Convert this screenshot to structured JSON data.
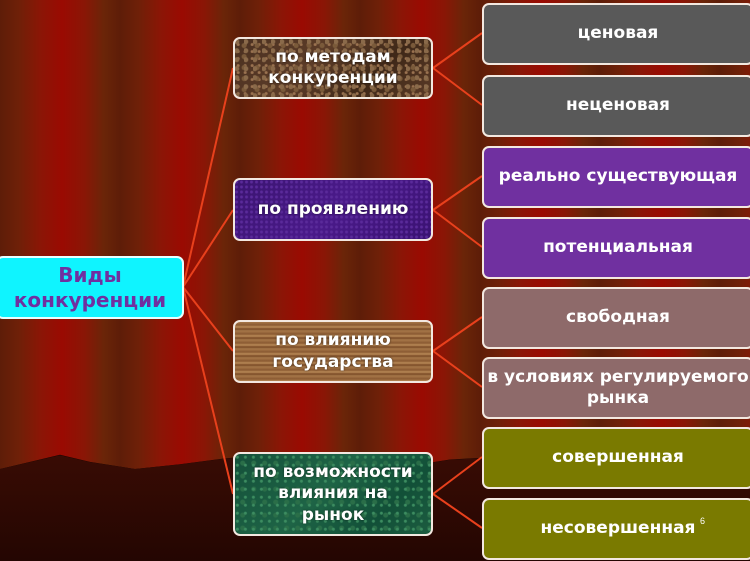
{
  "diagram": {
    "root": {
      "label": "Виды\nконкуренции",
      "line1": "Виды",
      "line2": "конкуренции",
      "bg": "#00FFFF",
      "text_color": "#7030A0"
    },
    "categories": [
      {
        "label": "по методам конкуренции",
        "lines": [
          "по методам",
          "конкуренции"
        ],
        "texture": "brown-stone",
        "children": [
          {
            "label": "ценовая",
            "color": "#595959"
          },
          {
            "label": "неценовая",
            "color": "#595959"
          }
        ]
      },
      {
        "label": "по проявлению",
        "lines": [
          "по проявлению"
        ],
        "texture": "purple-fabric",
        "children": [
          {
            "label": "реально существующая",
            "color": "#7030A0"
          },
          {
            "label": "потенциальная",
            "color": "#7030A0"
          }
        ]
      },
      {
        "label": "по влиянию государства",
        "lines": [
          "по влиянию",
          "государства"
        ],
        "texture": "wood",
        "children": [
          {
            "label": "свободная",
            "color": "#8E6A6A"
          },
          {
            "label": "в условиях регулируемого рынка",
            "lines": [
              "в условиях регулируемого",
              "рынка"
            ],
            "color": "#8E6A6A"
          }
        ]
      },
      {
        "label": "по возможности влияния на рынок",
        "lines": [
          "по возможности",
          "влияния на",
          "рынок"
        ],
        "texture": "green-marble",
        "children": [
          {
            "label": "совершенная",
            "color": "#7A7A00"
          },
          {
            "label": "несовершенная",
            "color": "#7A7A00"
          }
        ]
      }
    ],
    "connector_color": "#E8401C"
  },
  "slide": {
    "page_number": "6"
  }
}
